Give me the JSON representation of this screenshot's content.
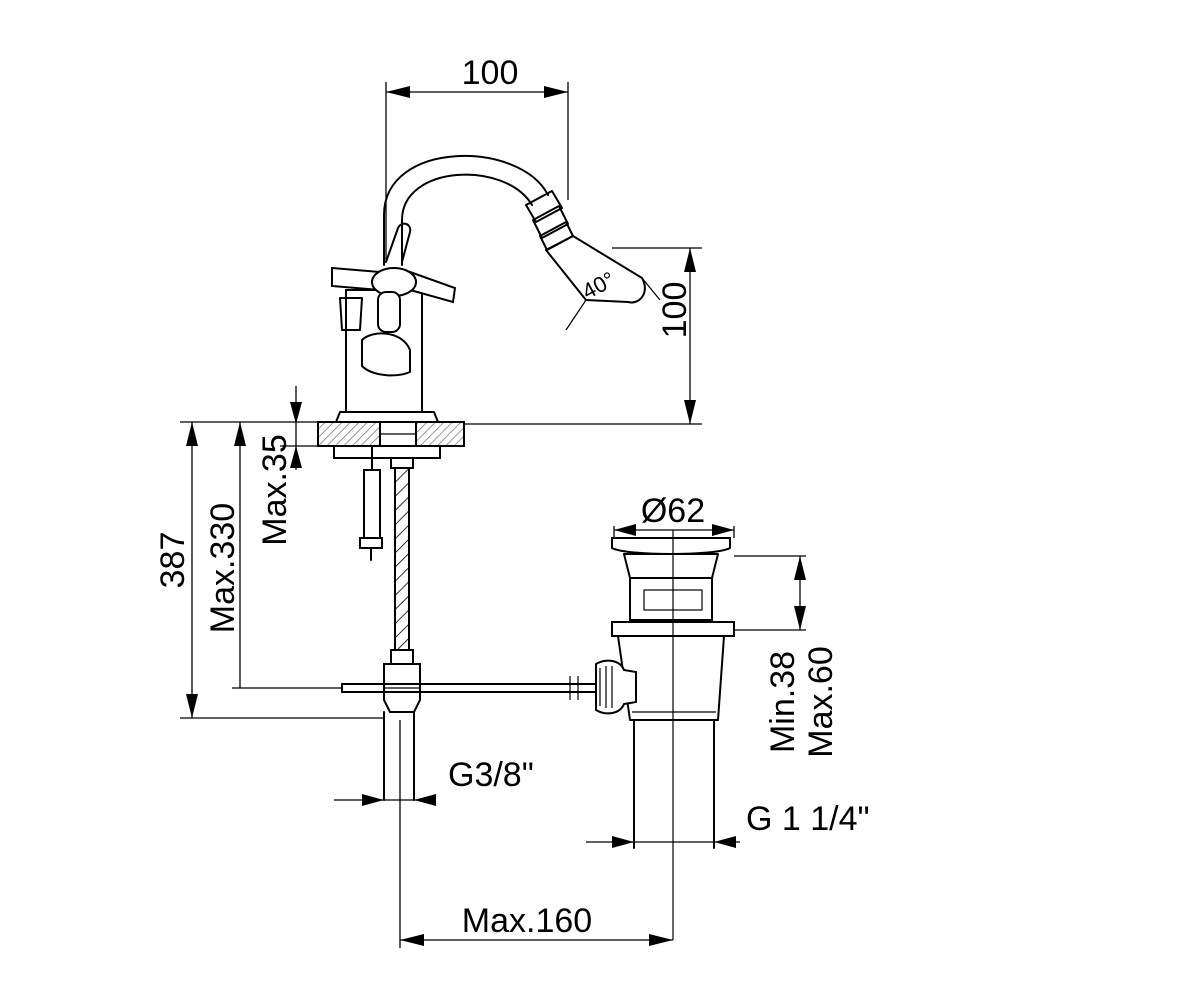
{
  "diagram": {
    "dimensions": {
      "spout_reach": "100",
      "spout_height": "100",
      "spray_angle": "40°",
      "deck_thickness": "Max.35",
      "hose_length": "Max.330",
      "total_height": "387",
      "waste_diameter": "Ø62",
      "waste_stroke": "Min.38",
      "waste_depth": "Max.60",
      "inlet_thread": "G3/8\"",
      "waste_thread": "G 1 1/4\"",
      "rod_length": "Max.160"
    },
    "colors": {
      "line": "#000000",
      "background": "#ffffff",
      "hatch": "#999999"
    }
  }
}
